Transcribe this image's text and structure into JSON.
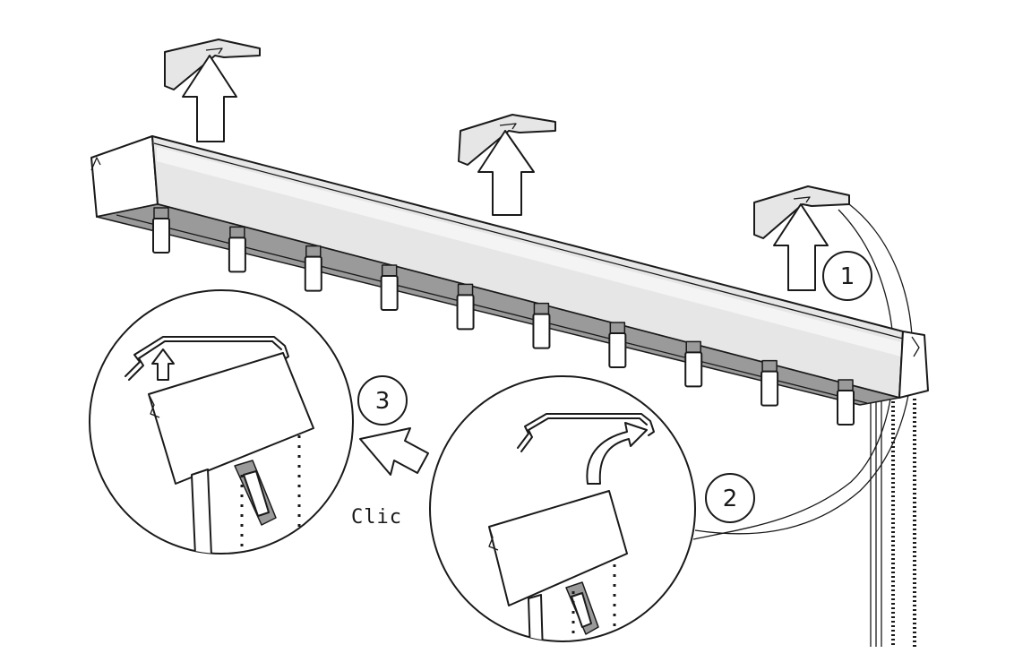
{
  "steps": [
    {
      "number": "1"
    },
    {
      "number": "2"
    },
    {
      "number": "3"
    }
  ],
  "click_label": "Clic"
}
